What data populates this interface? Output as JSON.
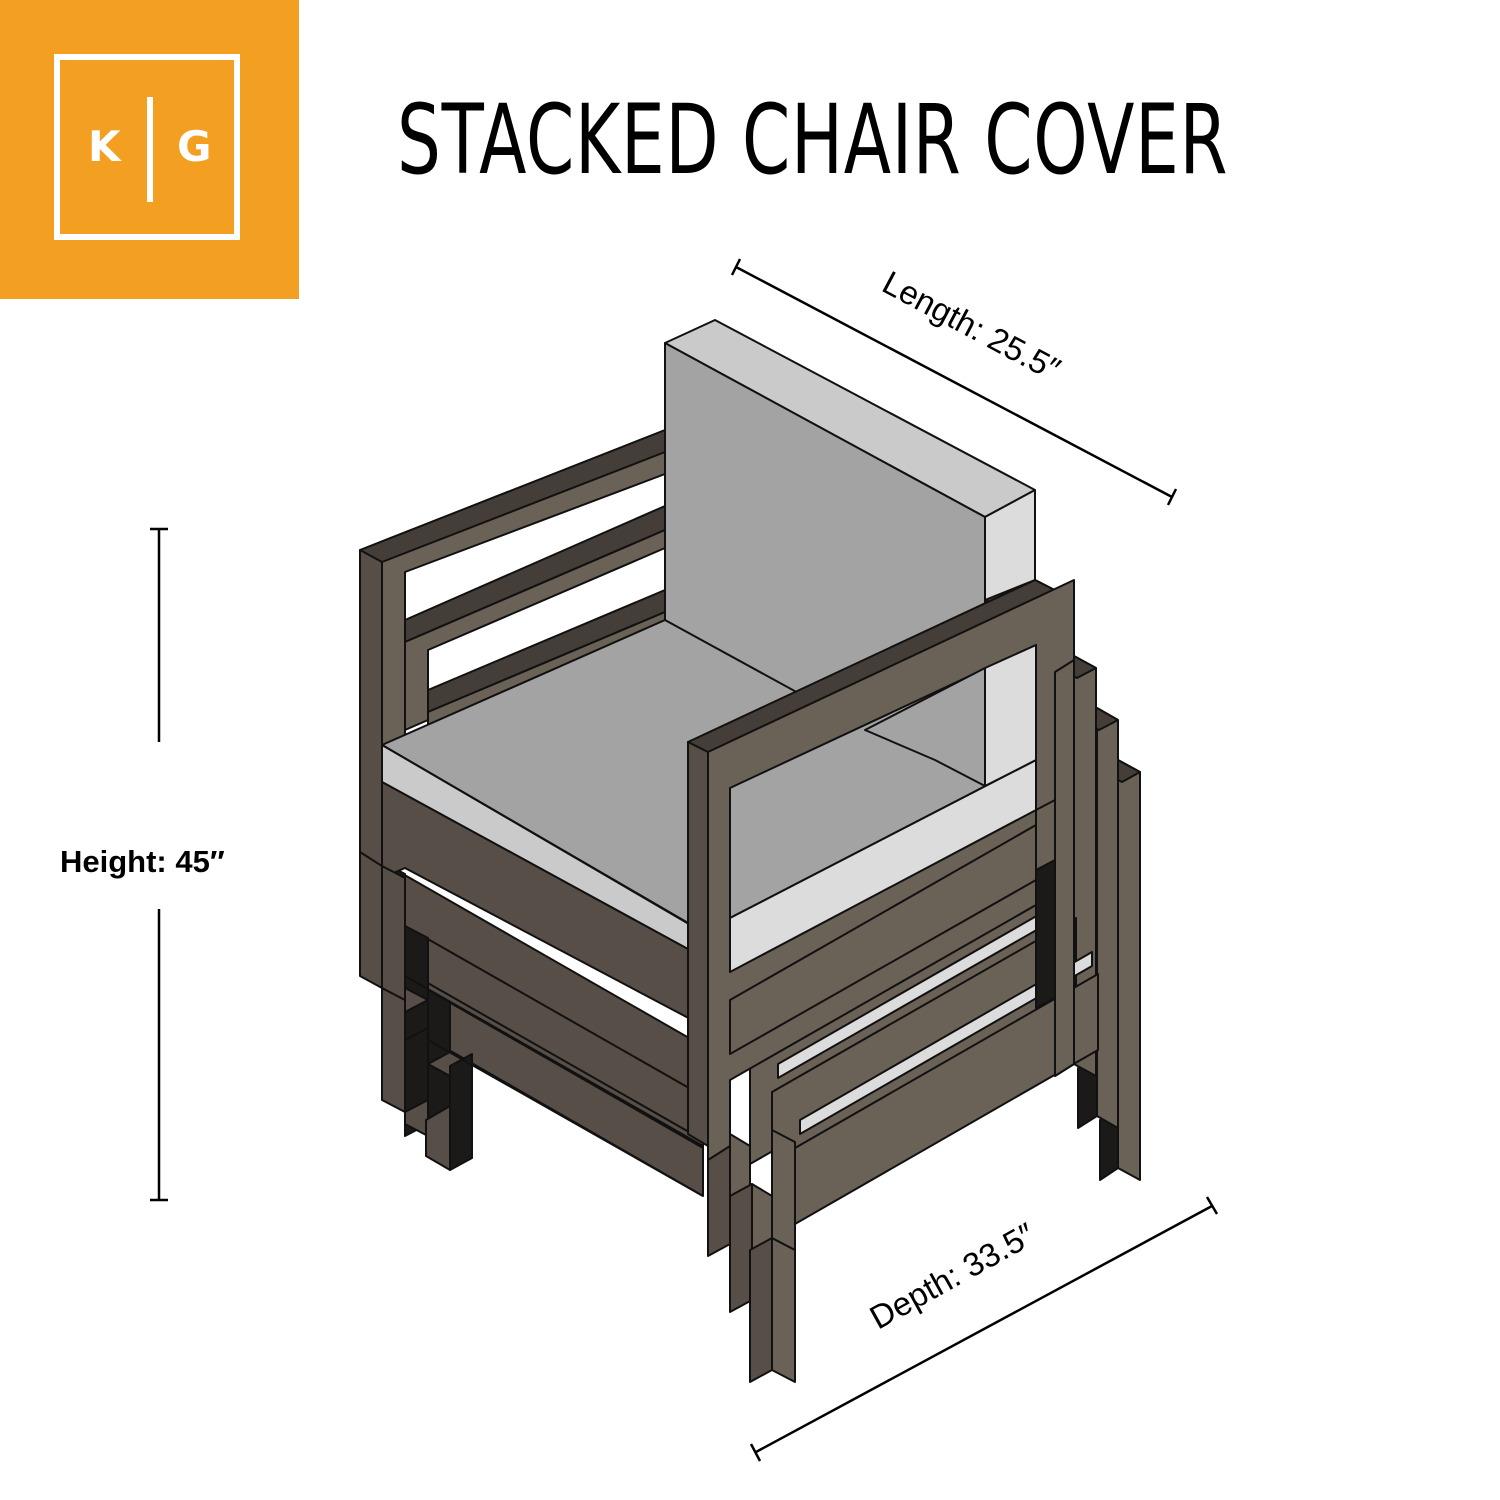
{
  "logo": {
    "left_letter": "K",
    "right_letter": "G",
    "background_color": "#F39F22",
    "foreground_color": "#FFFFFF"
  },
  "title": "STACKED CHAIR COVER",
  "dimensions": {
    "length": {
      "label": "Length: 25.5″",
      "value": 25.5,
      "unit": "in"
    },
    "height": {
      "label": "Height: 45″",
      "value": 45,
      "unit": "in"
    },
    "depth": {
      "label": "Depth: 33.5″",
      "value": 33.5,
      "unit": "in"
    }
  },
  "illustration": {
    "subject": "three stacked armchairs with cushions",
    "chair_count": 3,
    "colors": {
      "frame_front": "#6B6257",
      "frame_side": "#574F47",
      "frame_top": "#453E38",
      "frame_shadow": "#1C1A18",
      "cushion_front": "#A3A3A3",
      "cushion_top": "#CACACA",
      "cushion_side": "#DCDCDC",
      "outline": "#111111"
    }
  }
}
